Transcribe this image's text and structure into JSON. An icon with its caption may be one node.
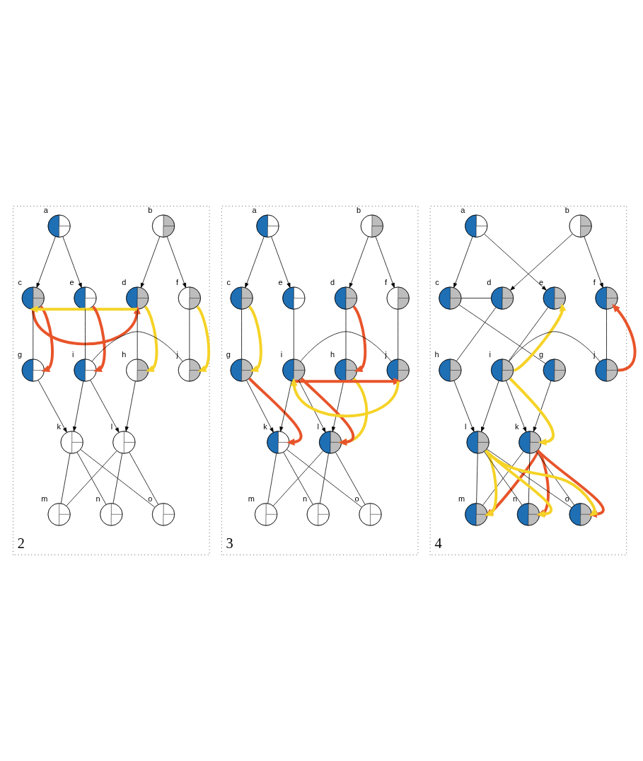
{
  "diagram": {
    "nodes": [
      {
        "text": [
          "2"
        ]
      },
      {
        "text": [],
        "shape": "circle",
        "beside": [
          "a"
        ],
        "in": 0
      },
      {
        "text": [],
        "shape": "circle",
        "beside": [
          "b"
        ],
        "in": 0
      },
      {
        "text": [],
        "shape": "circle",
        "beside": [
          "c"
        ],
        "in": 0
      },
      {
        "text": [],
        "shape": "circle",
        "beside": [
          "d"
        ],
        "in": 0
      },
      {
        "text": [],
        "shape": "circle",
        "beside": [
          "e"
        ],
        "in": 0
      },
      {
        "text": [],
        "shape": "circle",
        "beside": [
          "f"
        ],
        "in": 0
      },
      {
        "text": [],
        "shape": "circle",
        "beside": [
          "g"
        ],
        "in": 0
      },
      {
        "text": [],
        "shape": "circle",
        "beside": [
          "h"
        ],
        "in": 0
      },
      {
        "text": [],
        "shape": "circle",
        "beside": [
          "i"
        ],
        "in": 0
      },
      {
        "text": [],
        "shape": "circle",
        "beside": [
          "j"
        ],
        "in": 0
      },
      {
        "text": [],
        "shape": "circle",
        "beside": [
          "k"
        ],
        "in": 0
      },
      {
        "text": [],
        "shape": "circle",
        "beside": [
          "l"
        ],
        "in": 0
      },
      {
        "text": [],
        "shape": "circle",
        "beside": [
          "m"
        ],
        "in": 0
      },
      {
        "text": [],
        "shape": "circle",
        "beside": [
          "n"
        ],
        "in": 0
      },
      {
        "text": [],
        "shape": "circle",
        "beside": [
          "o"
        ],
        "in": 0
      },
      {
        "text": [
          "3"
        ]
      },
      {
        "text": [],
        "shape": "circle",
        "beside": [
          "a"
        ],
        "in": 16
      },
      {
        "text": [],
        "shape": "circle",
        "beside": [
          "b"
        ],
        "in": 16
      },
      {
        "text": [],
        "shape": "circle",
        "beside": [
          "c"
        ],
        "in": 16
      },
      {
        "text": [],
        "shape": "circle",
        "beside": [
          "d"
        ],
        "in": 16
      },
      {
        "text": [],
        "shape": "circle",
        "beside": [
          "e"
        ],
        "in": 16
      },
      {
        "text": [],
        "shape": "circle",
        "beside": [
          "f"
        ],
        "in": 16
      },
      {
        "text": [],
        "shape": "circle",
        "beside": [
          "g"
        ],
        "in": 16
      },
      {
        "text": [],
        "shape": "circle",
        "beside": [
          "h"
        ],
        "in": 16
      },
      {
        "text": [],
        "shape": "circle",
        "beside": [
          "i"
        ],
        "in": 16
      },
      {
        "text": [],
        "shape": "circle",
        "beside": [
          "j"
        ],
        "in": 16
      },
      {
        "text": [],
        "shape": "circle",
        "beside": [
          "k"
        ],
        "in": 16
      },
      {
        "text": [],
        "shape": "circle",
        "beside": [
          "l"
        ],
        "in": 16
      },
      {
        "text": [],
        "shape": "circle",
        "beside": [
          "m"
        ],
        "in": 16
      },
      {
        "text": [],
        "shape": "circle",
        "beside": [
          "n"
        ],
        "in": 16
      },
      {
        "text": [],
        "shape": "circle",
        "beside": [
          "o"
        ],
        "in": 16
      },
      {
        "text": [
          "4"
        ]
      },
      {
        "text": [],
        "shape": "circle",
        "beside": [
          "a"
        ],
        "in": 32
      },
      {
        "text": [],
        "shape": "circle",
        "beside": [
          "b"
        ],
        "in": 32
      },
      {
        "text": [],
        "shape": "circle",
        "beside": [
          "c"
        ],
        "in": 32
      },
      {
        "text": [],
        "shape": "circle",
        "beside": [
          "d"
        ],
        "in": 32
      },
      {
        "text": [],
        "shape": "circle",
        "beside": [
          "e"
        ],
        "in": 32
      },
      {
        "text": [],
        "shape": "circle",
        "beside": [
          "f"
        ],
        "in": 32
      },
      {
        "text": [],
        "shape": "circle",
        "beside": [
          "g"
        ],
        "in": 32
      },
      {
        "text": [],
        "shape": "circle",
        "beside": [
          "h"
        ],
        "in": 32
      },
      {
        "text": [],
        "shape": "circle",
        "beside": [
          "i"
        ],
        "in": 32
      },
      {
        "text": [],
        "shape": "circle",
        "beside": [
          "j"
        ],
        "in": 32
      },
      {
        "text": [],
        "shape": "circle",
        "beside": [
          "k"
        ],
        "in": 32
      },
      {
        "text": [],
        "shape": "circle",
        "beside": [
          "l"
        ],
        "in": 32
      },
      {
        "text": [],
        "shape": "circle",
        "beside": [
          "m"
        ],
        "in": 32
      },
      {
        "text": [],
        "shape": "circle",
        "beside": [
          "n"
        ],
        "in": 32
      },
      {
        "text": [],
        "shape": "circle",
        "beside": [
          "o"
        ],
        "in": 32
      }
    ],
    "edges": [
      {
        "from": 1,
        "to": 3,
        "arrow": "to"
      },
      {
        "from": 1,
        "to": 5,
        "arrow": "to"
      },
      {
        "from": 2,
        "to": 4,
        "arrow": "to"
      },
      {
        "from": 2,
        "to": 6,
        "arrow": "to"
      },
      {
        "from": 3,
        "to": 7,
        "arrow": "none"
      },
      {
        "from": 4,
        "to": 8,
        "arrow": "none"
      },
      {
        "from": 5,
        "to": 9,
        "arrow": "none"
      },
      {
        "from": 6,
        "to": 10,
        "arrow": "none"
      },
      {
        "from": 9,
        "to": 10,
        "arrow": "none"
      },
      {
        "from": 7,
        "to": 11,
        "arrow": "to"
      },
      {
        "from": 8,
        "to": 12,
        "arrow": "to"
      },
      {
        "from": 9,
        "to": 11,
        "arrow": "to"
      },
      {
        "from": 9,
        "to": 12,
        "arrow": "to"
      },
      {
        "from": 11,
        "to": 13,
        "arrow": "none"
      },
      {
        "from": 11,
        "to": 14,
        "arrow": "none"
      },
      {
        "from": 11,
        "to": 15,
        "arrow": "none"
      },
      {
        "from": 12,
        "to": 13,
        "arrow": "none"
      },
      {
        "from": 12,
        "to": 14,
        "arrow": "none"
      },
      {
        "from": 12,
        "to": 15,
        "arrow": "none"
      },
      {
        "from": 4,
        "to": 3,
        "arrow": "to",
        "style": "thick",
        "color": "#f5d327"
      },
      {
        "from": 3,
        "to": 4,
        "arrow": "to",
        "style": "thick",
        "color": "#e8542a"
      },
      {
        "from": 3,
        "to": 7,
        "arrow": "to",
        "style": "thick",
        "color": "#e8542a"
      },
      {
        "from": 4,
        "to": 8,
        "arrow": "to",
        "style": "thick",
        "color": "#f5d327"
      },
      {
        "from": 5,
        "to": 9,
        "arrow": "to",
        "style": "thick",
        "color": "#e8542a"
      },
      {
        "from": 6,
        "to": 10,
        "arrow": "to",
        "style": "thick",
        "color": "#f5d327"
      },
      {
        "from": 17,
        "to": 19,
        "arrow": "to"
      },
      {
        "from": 17,
        "to": 21,
        "arrow": "to"
      },
      {
        "from": 18,
        "to": 20,
        "arrow": "to"
      },
      {
        "from": 18,
        "to": 22,
        "arrow": "to"
      },
      {
        "from": 19,
        "to": 23,
        "arrow": "none"
      },
      {
        "from": 20,
        "to": 24,
        "arrow": "none"
      },
      {
        "from": 21,
        "to": 25,
        "arrow": "none"
      },
      {
        "from": 22,
        "to": 26,
        "arrow": "none"
      },
      {
        "from": 25,
        "to": 26,
        "arrow": "none"
      },
      {
        "from": 23,
        "to": 27,
        "arrow": "to"
      },
      {
        "from": 24,
        "to": 28,
        "arrow": "to"
      },
      {
        "from": 25,
        "to": 27,
        "arrow": "to"
      },
      {
        "from": 25,
        "to": 28,
        "arrow": "to"
      },
      {
        "from": 27,
        "to": 29,
        "arrow": "none"
      },
      {
        "from": 27,
        "to": 30,
        "arrow": "none"
      },
      {
        "from": 27,
        "to": 31,
        "arrow": "none"
      },
      {
        "from": 28,
        "to": 29,
        "arrow": "none"
      },
      {
        "from": 28,
        "to": 30,
        "arrow": "none"
      },
      {
        "from": 28,
        "to": 31,
        "arrow": "none"
      },
      {
        "from": 19,
        "to": 23,
        "arrow": "to",
        "style": "thick",
        "color": "#f5d327"
      },
      {
        "from": 20,
        "to": 24,
        "arrow": "to",
        "style": "thick",
        "color": "#e8542a"
      },
      {
        "from": 23,
        "to": 27,
        "arrow": "to",
        "style": "thick",
        "color": "#e8542a"
      },
      {
        "from": 24,
        "to": 28,
        "arrow": "to",
        "style": "thick",
        "color": "#f5d327"
      },
      {
        "from": 25,
        "to": 26,
        "arrow": "to",
        "style": "thick",
        "color": "#e8542a"
      },
      {
        "from": 26,
        "to": 25,
        "arrow": "to",
        "style": "thick",
        "color": "#f5d327"
      },
      {
        "from": 25,
        "to": 28,
        "arrow": "to",
        "style": "thick",
        "color": "#e8542a"
      },
      {
        "from": 33,
        "to": 35,
        "arrow": "to"
      },
      {
        "from": 33,
        "to": 37,
        "arrow": "to"
      },
      {
        "from": 34,
        "to": 36,
        "arrow": "to"
      },
      {
        "from": 34,
        "to": 38,
        "arrow": "to"
      },
      {
        "from": 35,
        "to": 36,
        "arrow": "none"
      },
      {
        "from": 35,
        "to": 39,
        "arrow": "none"
      },
      {
        "from": 36,
        "to": 40,
        "arrow": "none"
      },
      {
        "from": 37,
        "to": 41,
        "arrow": "none"
      },
      {
        "from": 38,
        "to": 42,
        "arrow": "none"
      },
      {
        "from": 41,
        "to": 42,
        "arrow": "none"
      },
      {
        "from": 39,
        "to": 43,
        "arrow": "to"
      },
      {
        "from": 40,
        "to": 44,
        "arrow": "to"
      },
      {
        "from": 41,
        "to": 43,
        "arrow": "to"
      },
      {
        "from": 41,
        "to": 44,
        "arrow": "to"
      },
      {
        "from": 43,
        "to": 45,
        "arrow": "none"
      },
      {
        "from": 43,
        "to": 46,
        "arrow": "none"
      },
      {
        "from": 43,
        "to": 47,
        "arrow": "none"
      },
      {
        "from": 44,
        "to": 45,
        "arrow": "none"
      },
      {
        "from": 44,
        "to": 46,
        "arrow": "none"
      },
      {
        "from": 44,
        "to": 47,
        "arrow": "none"
      },
      {
        "from": 41,
        "to": 37,
        "arrow": "to",
        "style": "thick",
        "color": "#f5d327"
      },
      {
        "from": 42,
        "to": 38,
        "arrow": "to",
        "style": "thick",
        "color": "#e8542a"
      },
      {
        "from": 41,
        "to": 43,
        "arrow": "to",
        "style": "thick",
        "color": "#f5d327"
      },
      {
        "from": 43,
        "to": 45,
        "arrow": "to",
        "style": "thick",
        "color": "#e8542a"
      },
      {
        "from": 43,
        "to": 46,
        "arrow": "to",
        "style": "thick",
        "color": "#e8542a"
      },
      {
        "from": 43,
        "to": 47,
        "arrow": "to",
        "style": "thick",
        "color": "#e8542a"
      },
      {
        "from": 44,
        "to": 45,
        "arrow": "to",
        "style": "thick",
        "color": "#f5d327"
      },
      {
        "from": 44,
        "to": 46,
        "arrow": "to",
        "style": "thick",
        "color": "#f5d327"
      },
      {
        "from": 44,
        "to": 47,
        "arrow": "to",
        "style": "thick",
        "color": "#f5d327"
      }
    ]
  }
}
